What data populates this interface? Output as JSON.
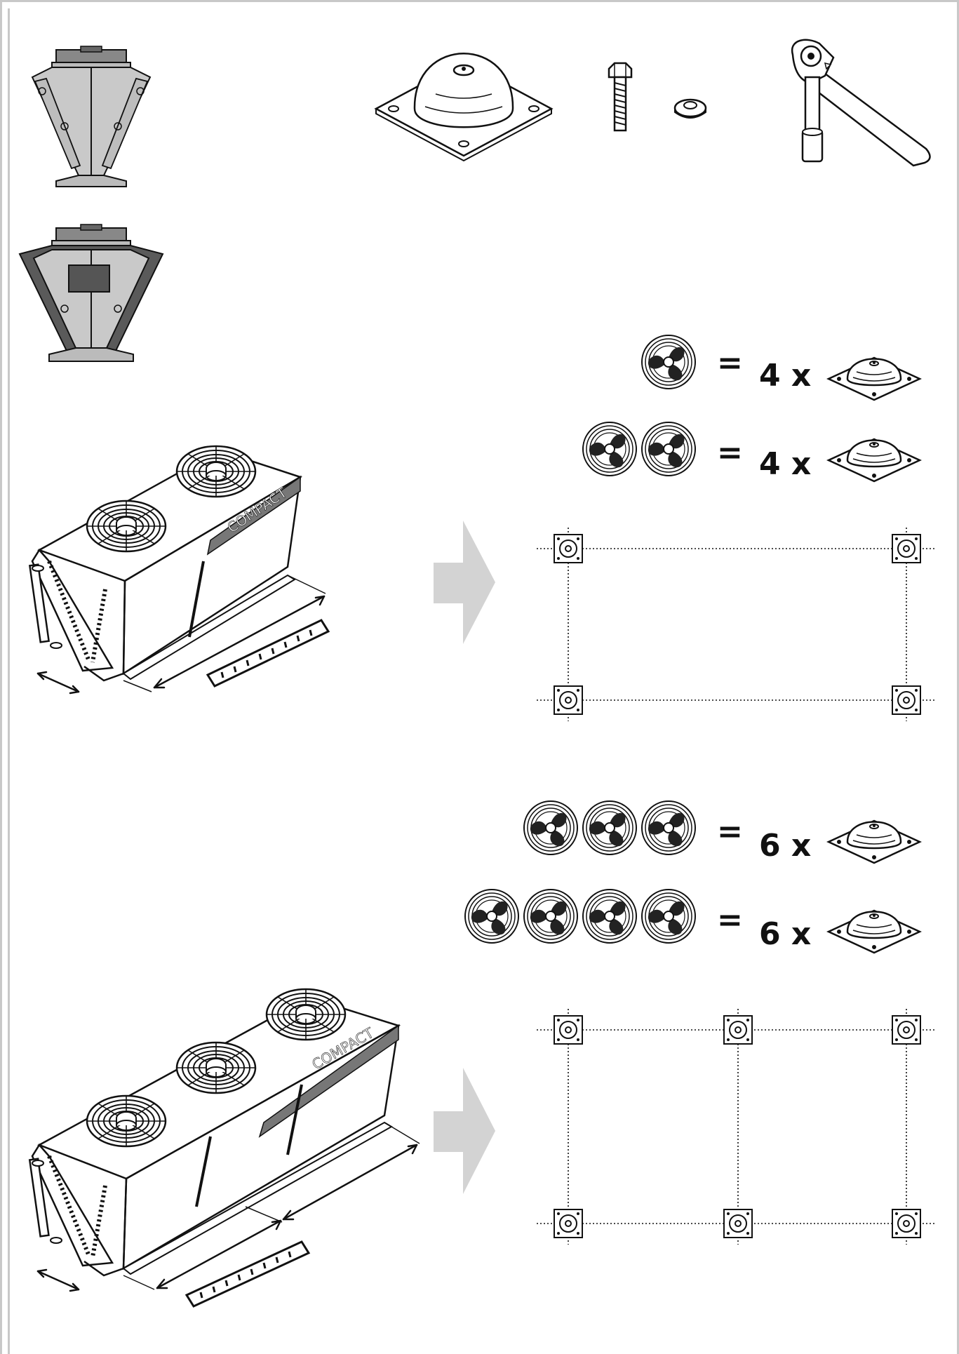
{
  "equations": [
    {
      "fans": 1,
      "count_text": "4 x"
    },
    {
      "fans": 2,
      "count_text": "4 x"
    },
    {
      "fans": 3,
      "count_text": "6 x"
    },
    {
      "fans": 4,
      "count_text": "6 x"
    }
  ],
  "equals_sign": "=",
  "unit_labels": {
    "top": "COMPACT",
    "bottom": "COMPACT"
  },
  "colors": {
    "frame": "#c8c8c8",
    "arrow": "#d3d3d3",
    "ink": "#111111",
    "panel_light": "#c9c9c9",
    "panel_dark": "#5a5a5a"
  },
  "icons": [
    "unit-front-view-icon",
    "unit-front-view-panelled-icon",
    "anti-vibration-mount-icon",
    "bolt-icon",
    "washer-icon",
    "ratchet-wrench-icon",
    "fan-icon",
    "right-arrow-icon",
    "mount-position-icon",
    "tape-measure-icon"
  ]
}
